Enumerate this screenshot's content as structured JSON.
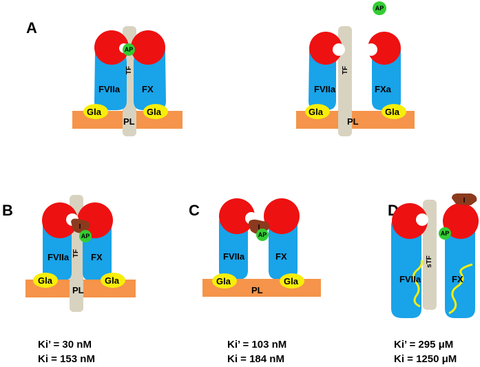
{
  "panels": {
    "A": "A",
    "B": "B",
    "C": "C",
    "D": "D"
  },
  "labels": {
    "fviia": "FVIIa",
    "fx": "FX",
    "fxa": "FXa",
    "tf": "TF",
    "stf": "sTF",
    "ap": "AP",
    "gla": "Gla",
    "pl": "PL",
    "inhibitor": "I"
  },
  "constants": {
    "B": {
      "ki_prime": "Ki’ =  30 nM",
      "ki": "Ki  = 153 nM"
    },
    "C": {
      "ki_prime": "Ki’ = 103 nM",
      "ki": "Ki  = 184 nM"
    },
    "D": {
      "ki_prime": "Ki’ = 295 μM",
      "ki": "Ki  = 1250 μM"
    }
  },
  "colors": {
    "blue": "#19a3e8",
    "red": "#ee1111",
    "green": "#33cc33",
    "orange": "#f5944a",
    "yellow": "#f7ee0a",
    "tf": "#d8d3c0",
    "inhibitor": "#8b3a1e"
  }
}
